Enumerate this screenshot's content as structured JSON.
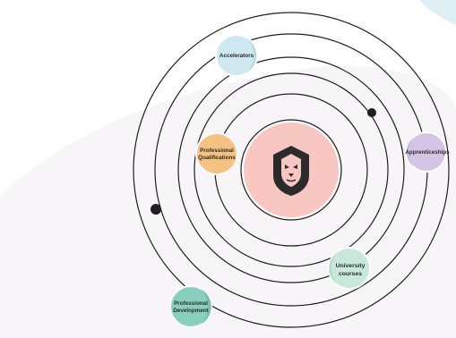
{
  "diagram": {
    "center": {
      "icon": "lion-head-icon",
      "color": "#f8c7c2"
    },
    "nodes": {
      "accelerators": {
        "label": "Accelerators",
        "color": "#cde8ef"
      },
      "professional_qualifications": {
        "line1": "Professional",
        "line2": "Qualifications",
        "color": "#f6c27f"
      },
      "apprenticeships": {
        "label": "Apprenticeships",
        "color": "#d4c4e6"
      },
      "university_courses": {
        "line1": "University",
        "line2": "courses",
        "color": "#c8e8d9"
      },
      "professional_development": {
        "line1": "Professional",
        "line2": "Development",
        "color": "#88d0bd"
      }
    }
  }
}
